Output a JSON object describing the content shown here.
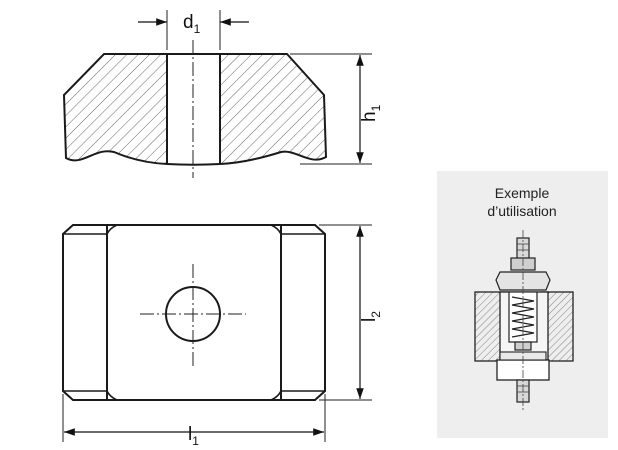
{
  "dimensions": {
    "d1": {
      "main": "d",
      "sub": "1"
    },
    "h1": {
      "main": "h",
      "sub": "1"
    },
    "l1": {
      "main": "l",
      "sub": "1"
    },
    "l2": {
      "main": "l",
      "sub": "2"
    }
  },
  "example": {
    "caption_line1": "Exemple",
    "caption_line2": "d’utilisation"
  },
  "colors": {
    "line": "#1a1a1a",
    "panel": "#eeeeee",
    "hatch": "#444444"
  }
}
